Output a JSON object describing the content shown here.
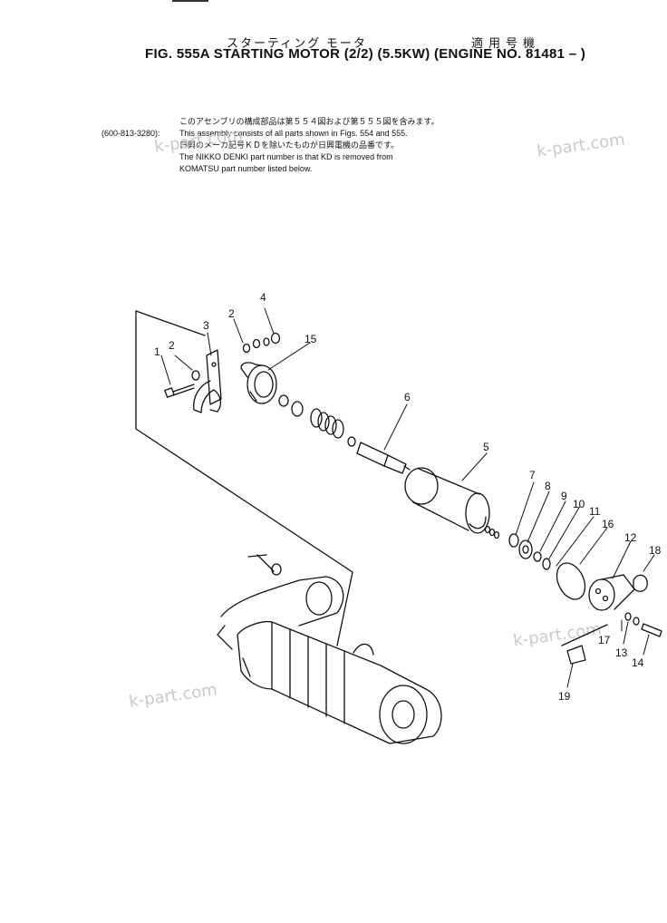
{
  "header": {
    "jp_title": "スターティング モータ",
    "jp_applies": "適用号機",
    "fig_title": "FIG. 555A  STARTING MOTOR (2/2) (5.5KW) (ENGINE NO. 81481 – )"
  },
  "notes": {
    "jp_line1": "このアセンブリの構成部品は第５５４図および第５５５図を含みます。",
    "ref_number": "(600-813-3280):",
    "en_line1": "This assembly consists of all parts shown in Figs. 554 and 555.",
    "jp_line2": "日興のメーカ記号ＫＤを除いたものが日興電機の品番です。",
    "en_line2": "The NIKKO DENKI part number is that KD is removed from",
    "en_line3": "KOMATSU part number listed below."
  },
  "watermarks": [
    "k-part.com",
    "k-part.com",
    "k-part.com",
    "k-part.com"
  ],
  "callouts": [
    "1",
    "2",
    "3",
    "2",
    "4",
    "15",
    "6",
    "5",
    "7",
    "8",
    "9",
    "10",
    "11",
    "16",
    "12",
    "18",
    "17",
    "13",
    "14",
    "19"
  ],
  "colors": {
    "ink": "#111111",
    "watermark": "#c9c9c9",
    "background": "#ffffff"
  }
}
